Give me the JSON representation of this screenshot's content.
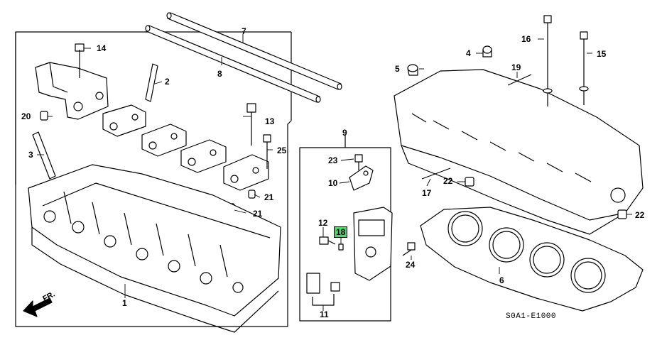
{
  "diagram": {
    "callouts": {
      "p1": "1",
      "p2": "2",
      "p3": "3",
      "p4": "4",
      "p5": "5",
      "p6": "6",
      "p7": "7",
      "p8": "8",
      "p9": "9",
      "p10": "10",
      "p11": "11",
      "p12": "12",
      "p13": "13",
      "p14": "14",
      "p15": "15",
      "p16": "16",
      "p17": "17",
      "p18": "18",
      "p19": "19",
      "p20": "20",
      "p21a": "21",
      "p21b": "21",
      "p22a": "22",
      "p22b": "22",
      "p23": "23",
      "p24": "24",
      "p25": "25"
    },
    "direction_label": "FR.",
    "diagram_code": "S0A1-E1000",
    "highlight_color": "#4fd66a"
  }
}
